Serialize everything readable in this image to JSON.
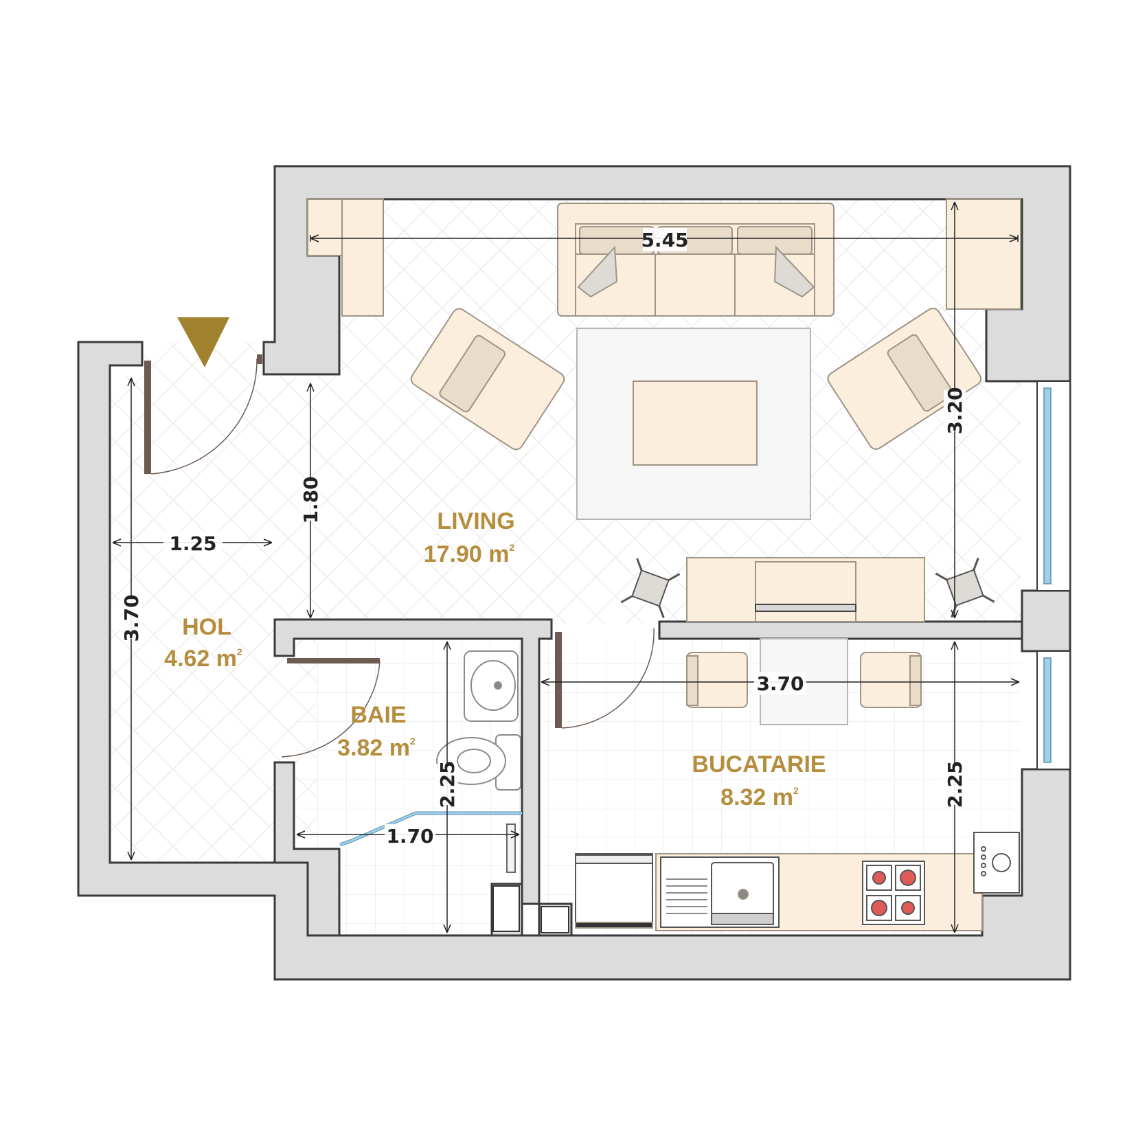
{
  "colors": {
    "wall": "#dcdcdc",
    "wall_outline": "#3a3a3a",
    "furniture": "#fbeedd",
    "furniture_outline": "#9e9486",
    "label": "#b58d3d",
    "door": "#6b5b52",
    "glass": "#9fd0ea",
    "entry_marker": "#a0812e",
    "dimension": "#222222",
    "burner": "#e05a5a"
  },
  "rooms": [
    {
      "id": "living",
      "name": "LIVING",
      "area": "17.90 m",
      "unit_sup": "2"
    },
    {
      "id": "hol",
      "name": "HOL",
      "area": "4.62 m",
      "unit_sup": "2"
    },
    {
      "id": "baie",
      "name": "BAIE",
      "area": "3.82 m",
      "unit_sup": "2"
    },
    {
      "id": "bucatarie",
      "name": "BUCATARIE",
      "area": "8.32 m",
      "unit_sup": "2"
    }
  ],
  "dimensions": {
    "living_width": "5.45",
    "living_depth": "3.20",
    "hol_opening": "1.80",
    "hol_width": "1.25",
    "hol_length": "3.70",
    "kitchen_width": "3.70",
    "kitchen_depth": "2.25",
    "bath_depth": "2.25",
    "bath_width": "1.70"
  }
}
